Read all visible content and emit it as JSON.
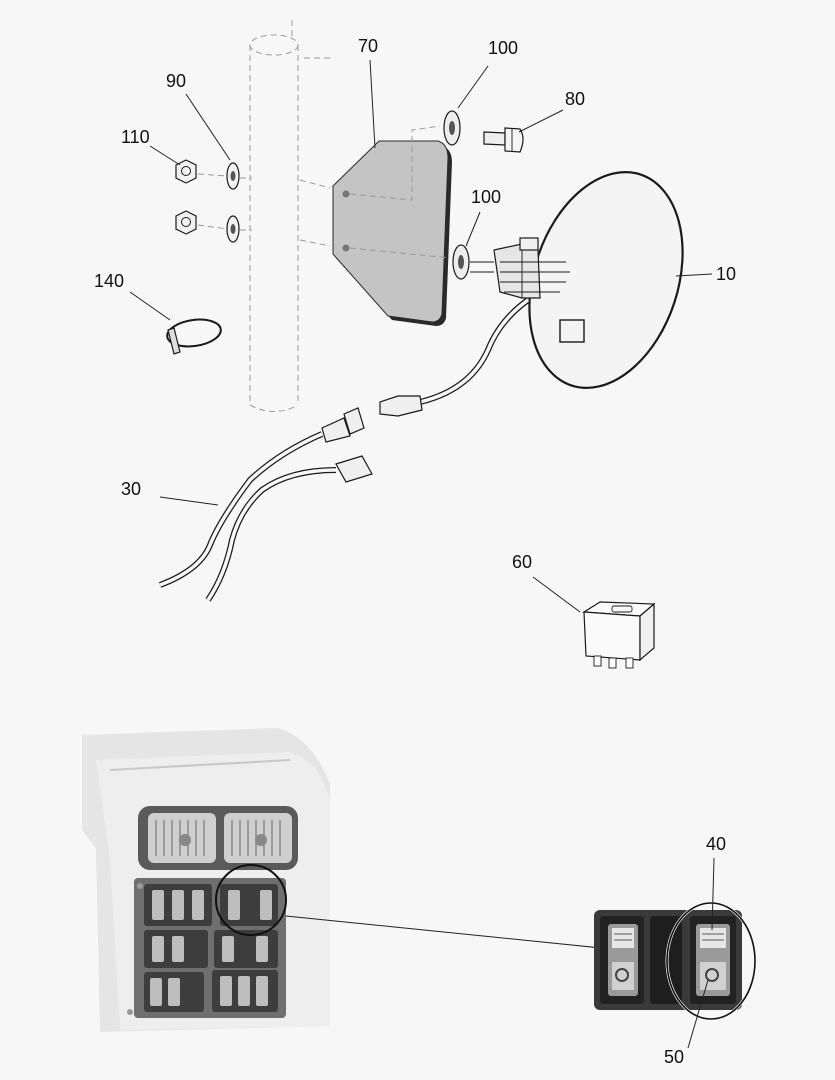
{
  "callouts": {
    "c10": "10",
    "c30": "30",
    "c40": "40",
    "c50": "50",
    "c60": "60",
    "c70": "70",
    "c80": "80",
    "c90": "90",
    "c100a": "100",
    "c100b": "100",
    "c110": "110",
    "c140": "140"
  },
  "colors": {
    "background": "#f7f7f7",
    "bracket_fill": "#c4c4c4",
    "panel_dark": "#3a3a3a",
    "switch_light": "#d8d8d8"
  },
  "icons": {
    "mirror": "round-mirror-icon",
    "bracket": "mounting-bracket-icon",
    "relay": "relay-icon",
    "switch": "rocker-switch-icon"
  }
}
